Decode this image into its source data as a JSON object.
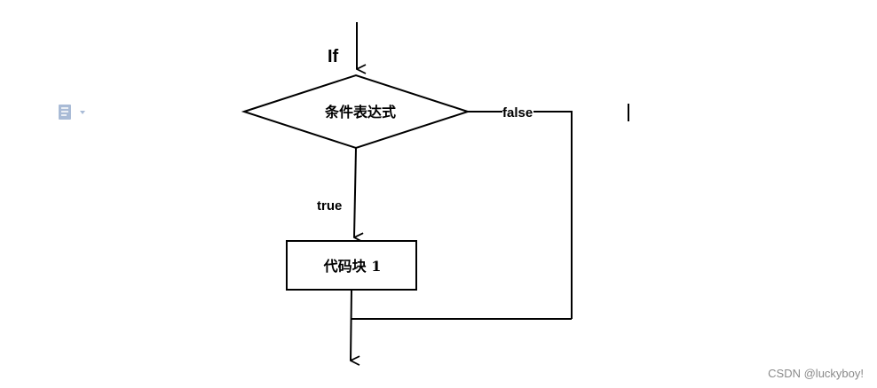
{
  "diagram": {
    "title": "If",
    "condition_label": "条件表达式",
    "true_label": "true",
    "false_label": "false",
    "block_label": "代码块 1"
  },
  "editor": {
    "doc_icon": "document-icon",
    "dropdown_icon": "dropdown-caret-icon"
  },
  "watermark": {
    "text": "CSDN @luckyboy!"
  },
  "colors": {
    "stroke": "#000000",
    "icon": "#a9bbd6",
    "watermark": "#8a8a8a"
  }
}
